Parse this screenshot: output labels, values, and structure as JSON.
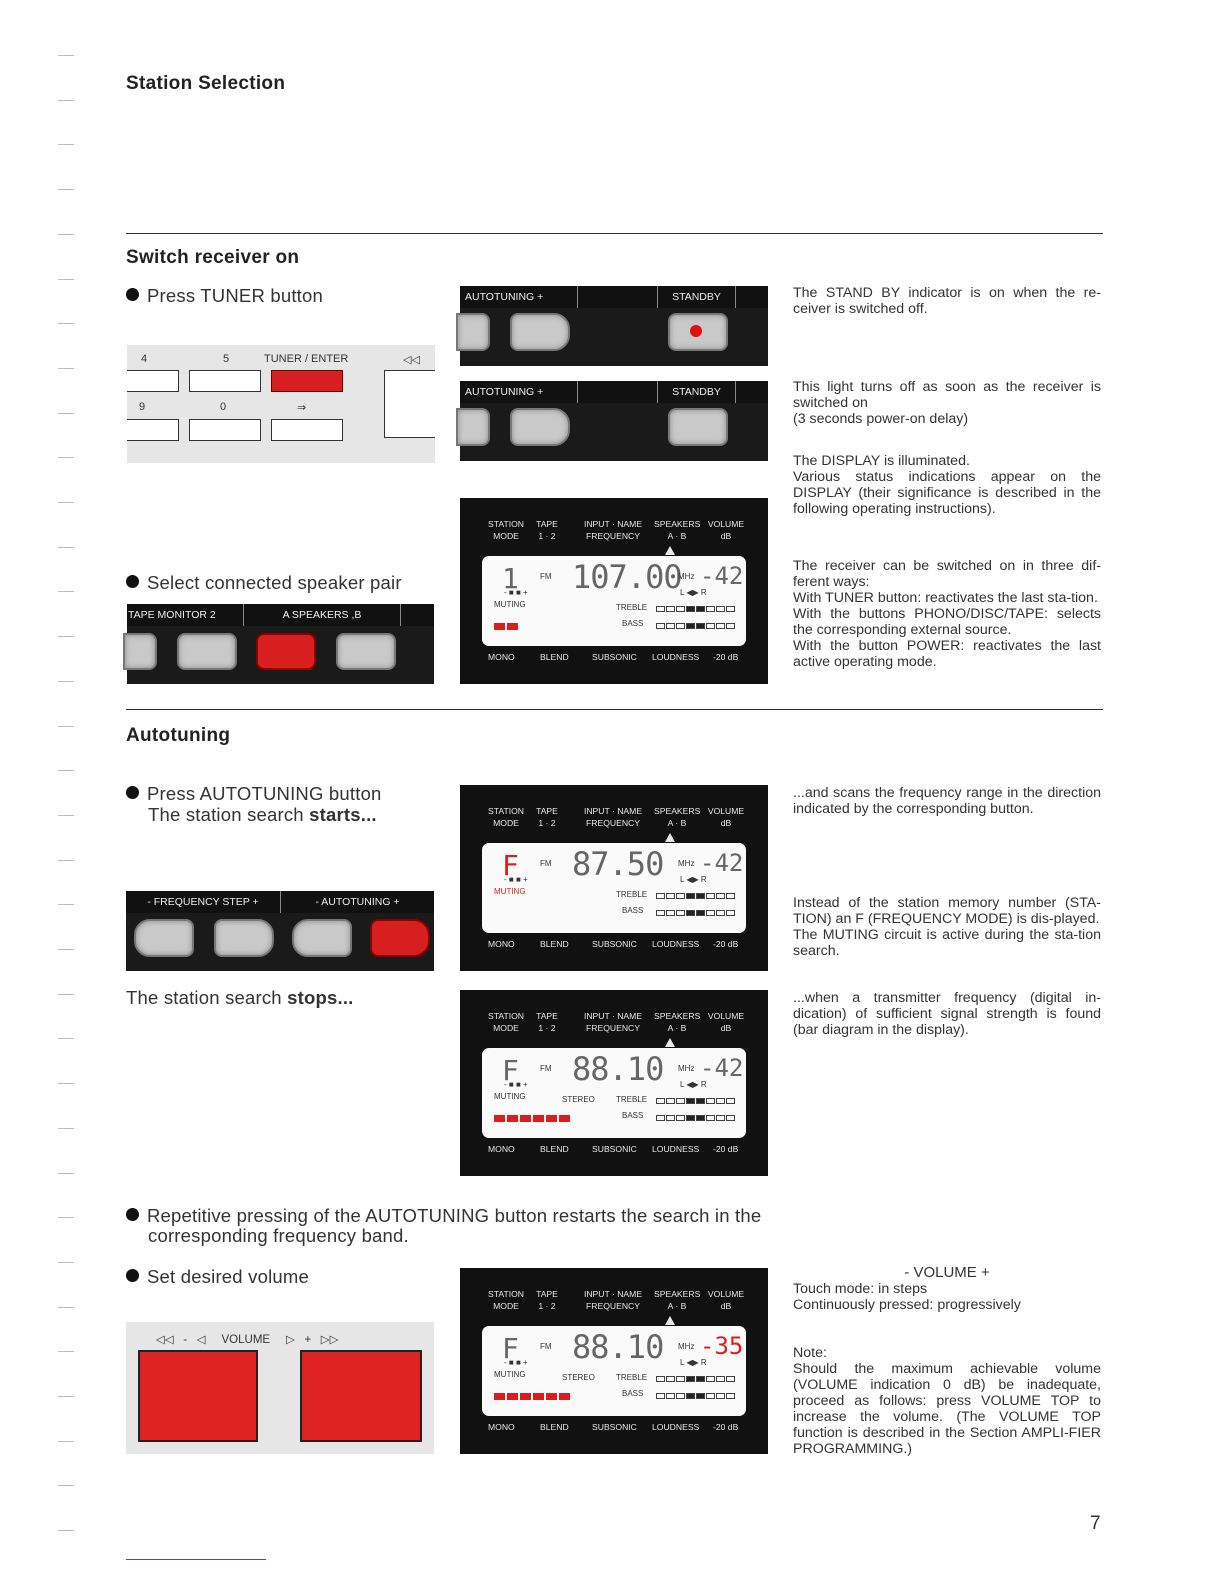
{
  "page_title": "Station Selection",
  "page_number": "7",
  "sections": {
    "switch_on": {
      "heading": "Switch receiver on",
      "step1": "Press TUNER button",
      "step2": "Select connected speaker pair",
      "desc1": "The STAND BY indicator is on when the re-ceiver is switched off.",
      "desc2_line1": "This light turns off as soon as the receiver is switched on",
      "desc2_line2": "(3 seconds power-on delay)",
      "desc3_line1": "The DISPLAY is illuminated.",
      "desc3_line2": "Various status indications appear on the DISPLAY (their significance is described in the following operating instructions).",
      "desc4_line1": "The receiver can be switched on in three dif-ferent ways:",
      "desc4_line2": "With TUNER button: reactivates the last sta-tion.",
      "desc4_line3": "With the buttons PHONO/DISC/TAPE: selects the corresponding external source.",
      "desc4_line4": "With the button POWER: reactivates the last active operating mode."
    },
    "autotuning": {
      "heading": "Autotuning",
      "step1_line1": "Press AUTOTUNING button",
      "step1_line2_pre": "The station search ",
      "step1_line2_bold": "starts...",
      "stops_pre": "The station search ",
      "stops_bold": "stops...",
      "desc1": "...and scans the frequency range in the direction indicated by the corresponding button.",
      "desc2_line1": "Instead of the station memory number (STA-TION) an F (FREQUENCY MODE) is dis-played.",
      "desc2_line2": "The MUTING circuit is active during the sta-tion search.",
      "desc3": "...when a transmitter frequency (digital in-dication) of sufficient signal strength is found (bar diagram in the display).",
      "repeat_line1": "Repetitive pressing of the AUTOTUNING button restarts the search in the",
      "repeat_line2": "corresponding frequency band.",
      "volume_step": "Set desired volume",
      "vol_desc_title": "- VOLUME +",
      "vol_desc_line1": "Touch mode: in steps",
      "vol_desc_line2": "Continuously pressed: progressively",
      "note_title": "Note:",
      "note_body": "Should the maximum achievable volume (VOLUME indication 0 dB) be inadequate, proceed as follows: press VOLUME TOP to increase the volume. (The VOLUME TOP function is described in the Section AMPLI-FIER PROGRAMMING.)"
    }
  },
  "keypad": {
    "k4": "4",
    "k5": "5",
    "tuner_enter": "TUNER / ENTER",
    "rewind": "◁◁",
    "k9": "9",
    "k0": "0",
    "arrow": "⇒"
  },
  "strips": {
    "autotuning_plus": "AUTOTUNING +",
    "standby": "STANDBY",
    "tape_monitor": "TAPE MONITOR 2",
    "speakers": "A  SPEAKERS  ,B",
    "freq_step": "- FREQUENCY STEP +",
    "autotuning_pm": "- AUTOTUNING +"
  },
  "lcd_labels": {
    "station": "STATION",
    "mode": "MODE",
    "tape": "TAPE",
    "tape12": "1 · 2",
    "input_name": "INPUT · NAME",
    "frequency": "FREQUENCY",
    "speakers": "SPEAKERS",
    "ab": "A · B",
    "volume": "VOLUME",
    "db": "dB",
    "mono": "MONO",
    "blend": "BLEND",
    "subsonic": "SUBSONIC",
    "loudness": "LOUDNESS",
    "minus20": "-20 dB",
    "fm": "FM",
    "mhz": "MHz",
    "muting": "MUTING",
    "stereo": "STEREO",
    "treble": "TREBLE",
    "bass": "BASS",
    "lr": "L ◀▶ R",
    "minus_plus": "- ■ ■ +"
  },
  "displays": {
    "d1": {
      "station": "1",
      "freq": "107.00",
      "vol": "-42"
    },
    "d2": {
      "station": "F",
      "freq": "87.50",
      "vol": "-42"
    },
    "d3": {
      "station": "F",
      "freq": "88.10",
      "vol": "-42"
    },
    "d4": {
      "station": "F",
      "freq": "88.10",
      "vol": "-35"
    }
  },
  "volume_panel": {
    "labels": "◁◁   -   ◁     VOLUME     ▷   +   ▷▷"
  },
  "colors": {
    "red": "#d81f1f",
    "panel": "#1a1a1a",
    "display_bg": "#fafafa"
  }
}
